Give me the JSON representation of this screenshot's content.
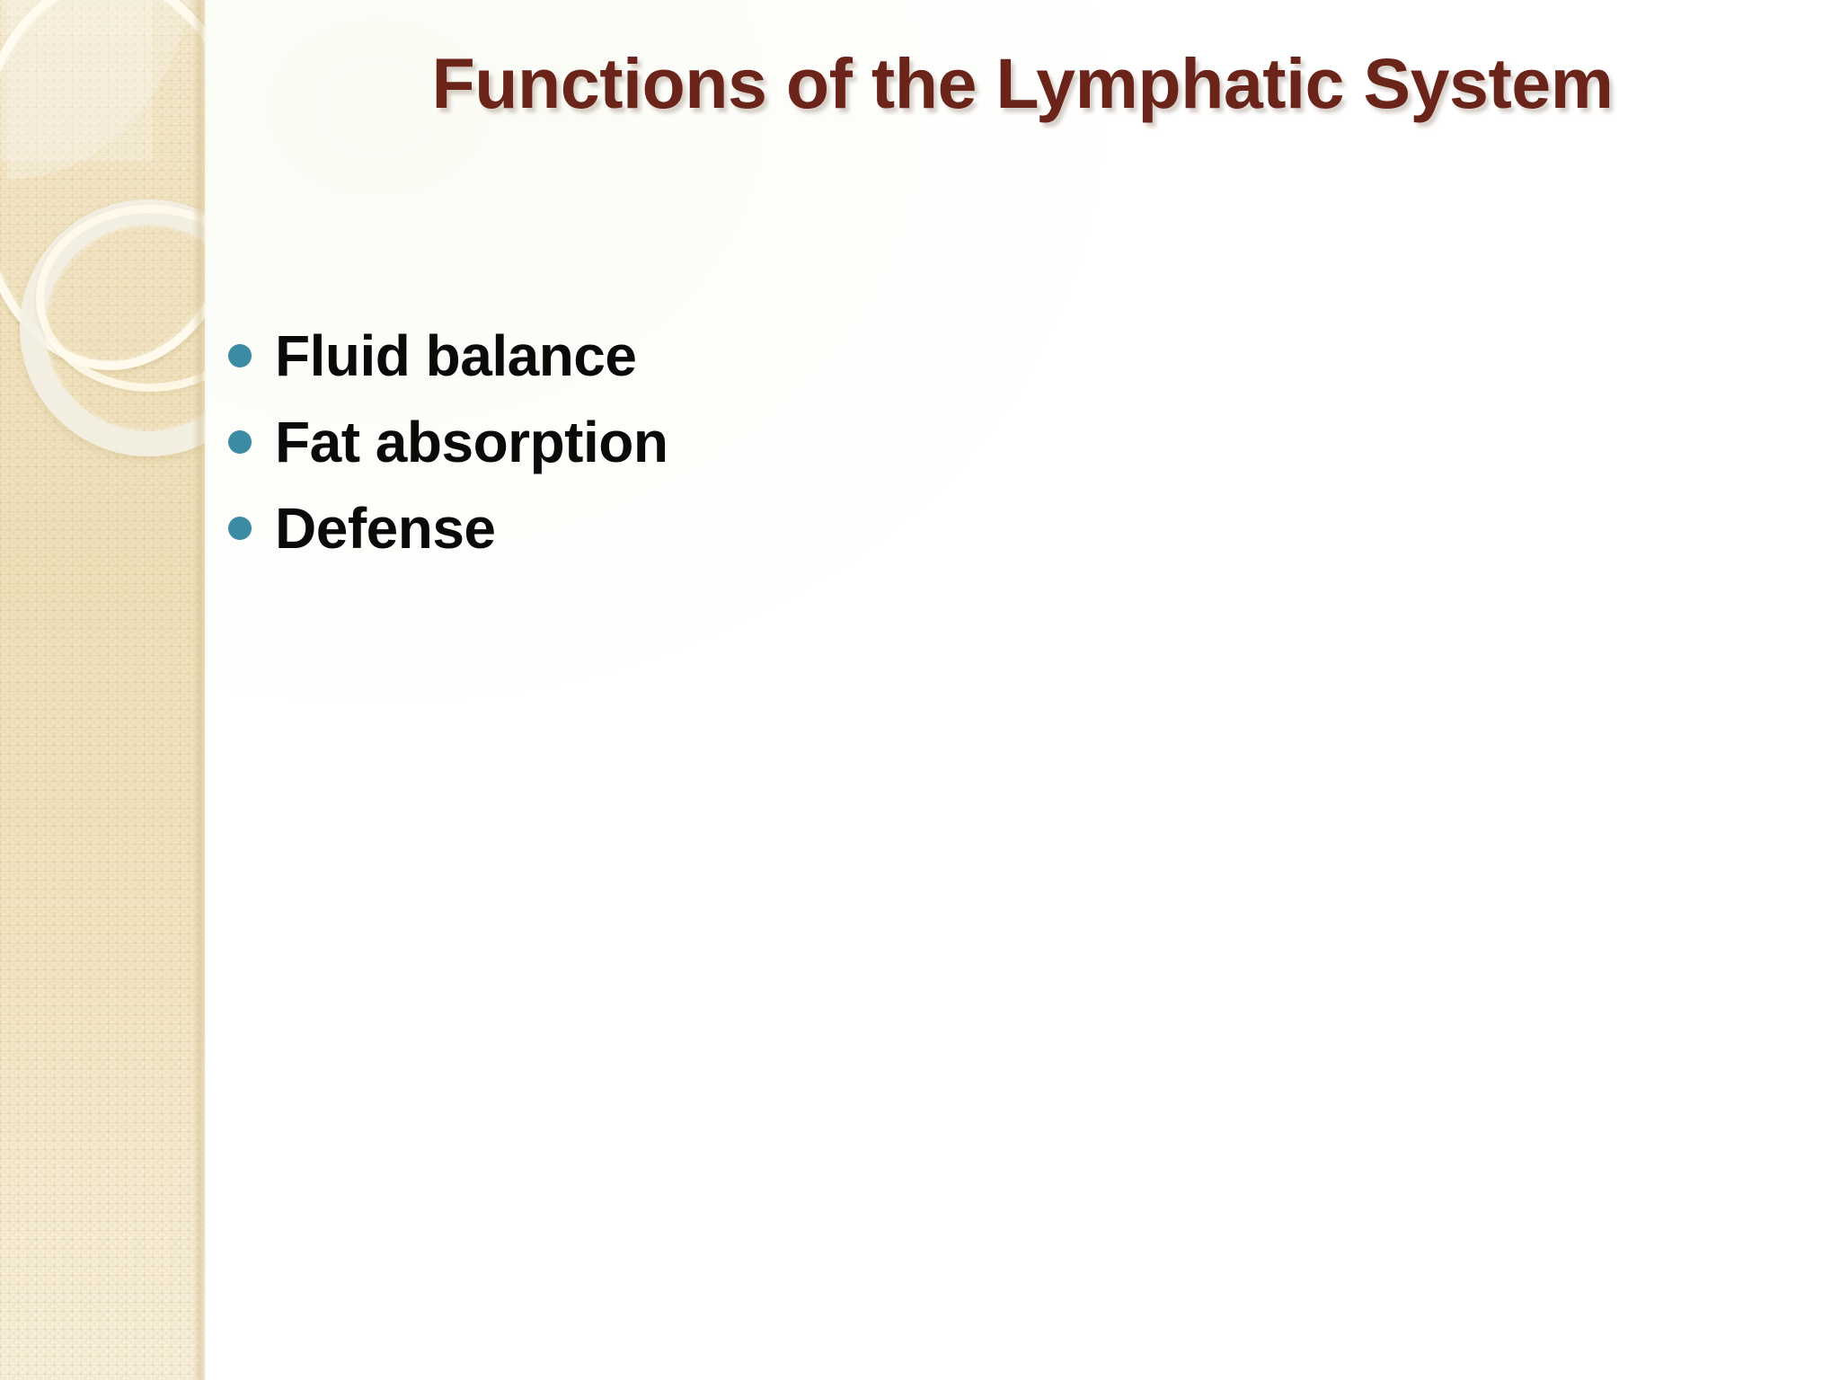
{
  "slide": {
    "title": "Functions of the Lymphatic System",
    "title_color": "#6B2419",
    "background_color": "#FFFFFF",
    "accent_color": "#3A8BA3",
    "sidebar_color": "#F1E4C2",
    "body_text_color": "#0A0A0A"
  },
  "bullets": [
    {
      "label": "Fluid balance"
    },
    {
      "label": "Fat absorption"
    },
    {
      "label": "Defense"
    }
  ]
}
